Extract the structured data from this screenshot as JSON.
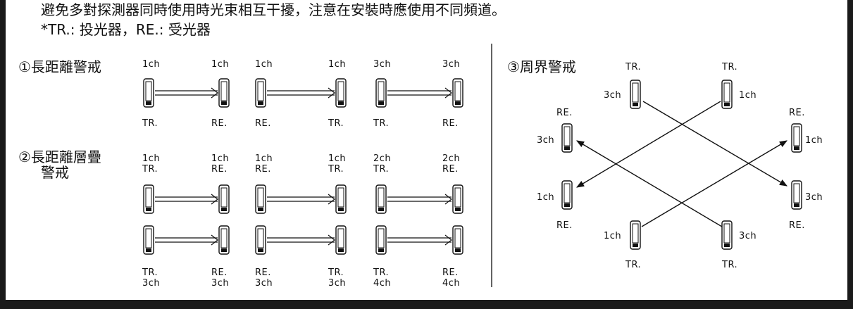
{
  "notes": {
    "line1": "避免多對探測器同時使用時光束相互干擾，注意在安裝時應使用不同頻道。",
    "line2": "*TR.: 投光器，RE.: 受光器"
  },
  "section1": {
    "title": "①長距離警戒",
    "top_labels": [
      "1ch",
      "1ch",
      "1ch",
      "1ch",
      "3ch",
      "3ch"
    ],
    "bottom_labels": [
      "TR.",
      "RE.",
      "RE.",
      "TR.",
      "TR.",
      "RE."
    ]
  },
  "section2": {
    "title_line1": "②長距離層疊",
    "title_line2": "警戒",
    "top_ch": [
      "1ch",
      "1ch",
      "1ch",
      "1ch",
      "2ch",
      "2ch"
    ],
    "top_role": [
      "TR.",
      "RE.",
      "RE.",
      "TR.",
      "TR.",
      "RE."
    ],
    "bottom_role": [
      "TR.",
      "RE.",
      "RE.",
      "TR.",
      "TR.",
      "RE."
    ],
    "bottom_ch": [
      "3ch",
      "3ch",
      "3ch",
      "3ch",
      "4ch",
      "4ch"
    ]
  },
  "section3": {
    "title": "③周界警戒",
    "top_left": {
      "role": "TR.",
      "ch": "3ch"
    },
    "top_right": {
      "role": "TR.",
      "ch": "1ch"
    },
    "mid_left_upper": {
      "role": "RE.",
      "ch": "3ch"
    },
    "mid_right_upper": {
      "role": "RE.",
      "ch": "1ch"
    },
    "mid_left_lower": {
      "role": "RE.",
      "ch": "1ch"
    },
    "mid_right_lower": {
      "role": "RE.",
      "ch": "3ch"
    },
    "bottom_left": {
      "role": "TR.",
      "ch": "1ch"
    },
    "bottom_right": {
      "role": "TR.",
      "ch": "3ch"
    }
  }
}
